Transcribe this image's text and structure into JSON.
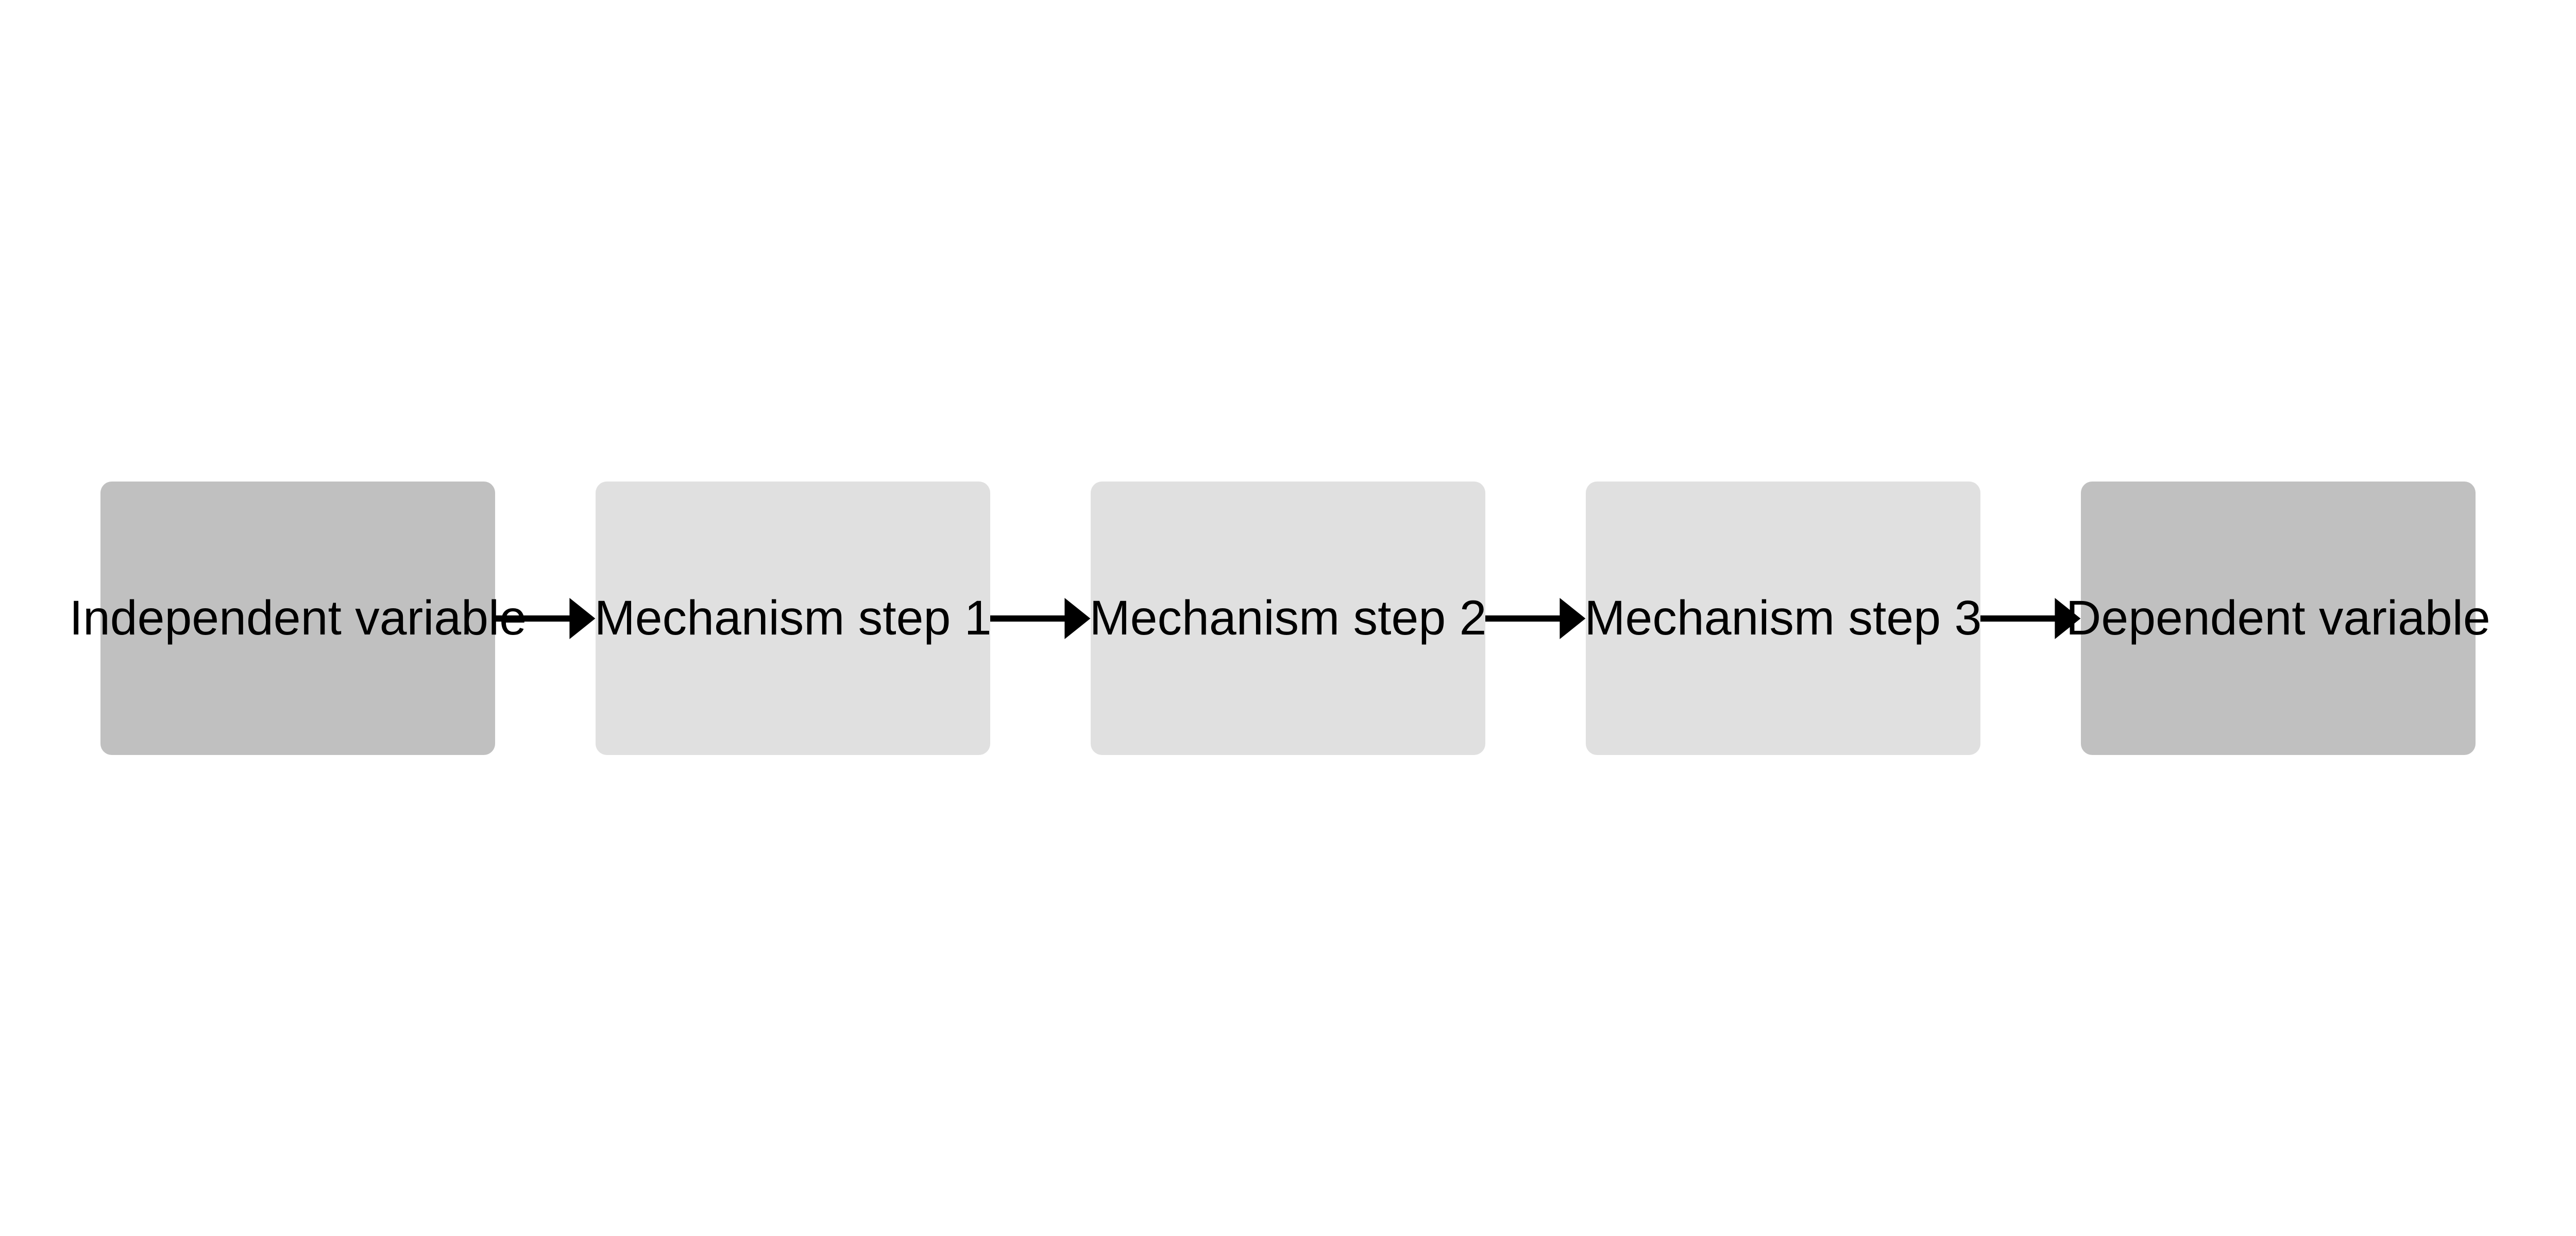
{
  "diagram": {
    "nodes": [
      {
        "id": "independent",
        "label": "Independent variable",
        "fill": "#c0c0c0"
      },
      {
        "id": "step1",
        "label": "Mechanism step 1",
        "fill": "#e0e0e0"
      },
      {
        "id": "step2",
        "label": "Mechanism step 2",
        "fill": "#e0e0e0"
      },
      {
        "id": "step3",
        "label": "Mechanism step 3",
        "fill": "#e0e0e0"
      },
      {
        "id": "dependent",
        "label": "Dependent variable",
        "fill": "#c0c0c0"
      }
    ],
    "edges": [
      {
        "from": "independent",
        "to": "step1"
      },
      {
        "from": "step1",
        "to": "step2"
      },
      {
        "from": "step2",
        "to": "step3"
      },
      {
        "from": "step3",
        "to": "dependent"
      }
    ],
    "arrow_color": "#000000"
  }
}
